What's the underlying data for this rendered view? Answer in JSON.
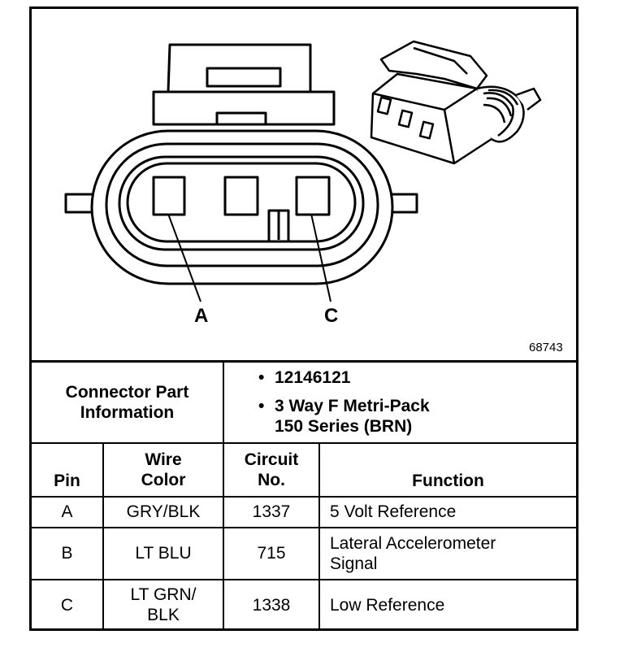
{
  "diagram": {
    "figure_number": "68743",
    "pin_labels": [
      "A",
      "C"
    ]
  },
  "connector_info": {
    "label_line1": "Connector Part",
    "label_line2": "Information",
    "bullets": [
      {
        "lines": [
          "12146121"
        ]
      },
      {
        "lines": [
          "3 Way F Metri-Pack",
          "150 Series (BRN)"
        ]
      }
    ],
    "bullet_char": "•"
  },
  "table": {
    "headers": {
      "pin": "Pin",
      "wire_color_1": "Wire",
      "wire_color_2": "Color",
      "circuit_1": "Circuit",
      "circuit_2": "No.",
      "function": "Function"
    },
    "rows": [
      {
        "pin": "A",
        "wire": [
          "GRY/BLK"
        ],
        "circuit": "1337",
        "function": [
          "5 Volt Reference"
        ]
      },
      {
        "pin": "B",
        "wire": [
          "LT BLU"
        ],
        "circuit": "715",
        "function": [
          "Lateral Accelerometer",
          "Signal"
        ]
      },
      {
        "pin": "C",
        "wire": [
          "LT GRN/",
          "BLK"
        ],
        "circuit": "1338",
        "function": [
          "Low Reference"
        ]
      }
    ]
  }
}
